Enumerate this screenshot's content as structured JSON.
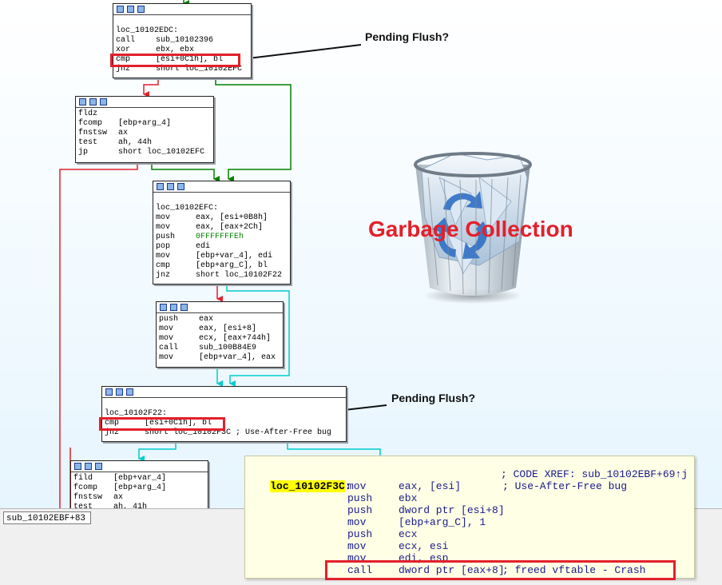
{
  "nodes": {
    "n1": {
      "lines": [
        {
          "op": "",
          "args": ""
        },
        {
          "op": "loc_10102EDC:",
          "args": ""
        },
        {
          "op": "call",
          "args": "sub_10102396"
        },
        {
          "op": "xor",
          "args": "ebx, ebx"
        },
        {
          "op": "cmp",
          "args": "[esi+0C1h], bl"
        },
        {
          "op": "jnz",
          "args": "short loc_10102EFC"
        }
      ]
    },
    "n2": {
      "lines": [
        {
          "op": "fldz",
          "args": ""
        },
        {
          "op": "fcomp",
          "args": "[ebp+arg_4]"
        },
        {
          "op": "fnstsw",
          "args": "ax"
        },
        {
          "op": "test",
          "args": "ah, 44h"
        },
        {
          "op": "jp",
          "args": "short loc_10102EFC"
        }
      ]
    },
    "n3": {
      "lines": [
        {
          "op": "",
          "args": ""
        },
        {
          "op": "loc_10102EFC:",
          "args": ""
        },
        {
          "op": "mov",
          "args": "eax, [esi+0B8h]"
        },
        {
          "op": "mov",
          "args": "eax, [eax+2Ch]"
        },
        {
          "op": "push",
          "args": "0FFFFFFFEh"
        },
        {
          "op": "pop",
          "args": "edi"
        },
        {
          "op": "mov",
          "args": "[ebp+var_4], edi"
        },
        {
          "op": "cmp",
          "args": "[ebp+arg_C], bl"
        },
        {
          "op": "jnz",
          "args": "short loc_10102F22"
        }
      ]
    },
    "n4": {
      "lines": [
        {
          "op": "push",
          "args": "eax"
        },
        {
          "op": "mov",
          "args": "eax, [esi+8]"
        },
        {
          "op": "mov",
          "args": "ecx, [eax+744h]"
        },
        {
          "op": "call",
          "args": "sub_100B84E9"
        },
        {
          "op": "mov",
          "args": "[ebp+var_4], eax"
        }
      ]
    },
    "n5": {
      "lines": [
        {
          "op": "",
          "args": ""
        },
        {
          "op": "loc_10102F22:",
          "args": ""
        },
        {
          "op": "cmp",
          "args": "[esi+0C1h], bl"
        },
        {
          "op": "jnz",
          "args": "short loc_10102F3C ; Use-After-Free bug"
        }
      ]
    },
    "n6": {
      "lines": [
        {
          "op": "fild",
          "args": "[ebp+var_4]"
        },
        {
          "op": "fcomp",
          "args": "[ebp+arg_4]"
        },
        {
          "op": "fnstsw",
          "args": "ax"
        },
        {
          "op": "test",
          "args": "ah, 41h"
        }
      ]
    }
  },
  "annotations": {
    "pending1": "Pending Flush?",
    "pending2": "Pending Flush?",
    "gc_title": "Garbage Collection"
  },
  "status_label": "sub_10102EBF+83",
  "code_panel": {
    "label": "loc_10102F3C",
    "colon": ":",
    "xref": "; CODE XREF: sub_10102EBF+69↑j",
    "rows": [
      {
        "op": "mov",
        "args": "eax, [esi]",
        "comment": "; Use-After-Free bug"
      },
      {
        "op": "push",
        "args": "ebx",
        "comment": ""
      },
      {
        "op": "push",
        "args": "dword ptr [esi+8]",
        "comment": ""
      },
      {
        "op": "mov",
        "args": "[ebp+arg_C], 1",
        "comment": ""
      },
      {
        "op": "push",
        "args": "ecx",
        "comment": ""
      },
      {
        "op": "mov",
        "args": "ecx, esi",
        "comment": ""
      },
      {
        "op": "mov",
        "args": "edi, esp",
        "comment": ""
      },
      {
        "op": "call",
        "args": "dword ptr [eax+8]",
        "comment": "; freed vftable - Crash"
      }
    ]
  },
  "colors": {
    "highlight": "#e3202a",
    "edge_true": "#008000",
    "edge_false": "#e3202a",
    "edge_plain": "#00cccc"
  }
}
